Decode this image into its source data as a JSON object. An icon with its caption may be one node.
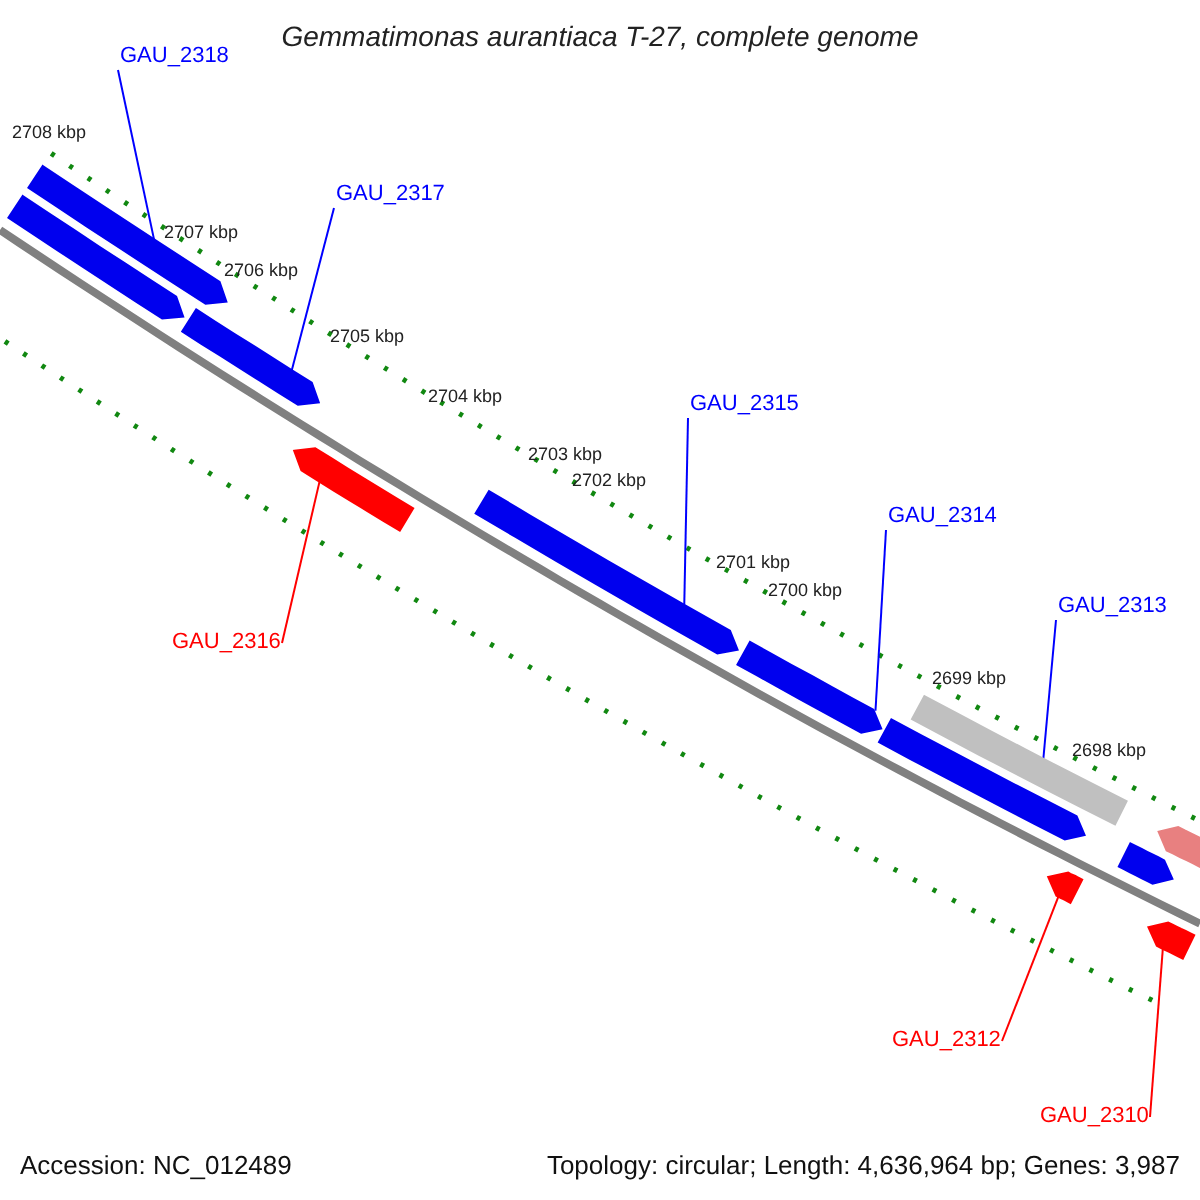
{
  "diagram": {
    "title": "Gemmatimonas aurantiaca T-27, complete genome",
    "nodes": [
      {
        "text": [
          "GAU_2318"
        ]
      },
      {
        "text": [
          "GAU_2317"
        ]
      },
      {
        "text": [
          "GAU_2315"
        ]
      },
      {
        "text": [
          "GAU_2314"
        ]
      },
      {
        "text": [
          "GAU_2313"
        ]
      },
      {
        "text": [
          "GAU_2316"
        ]
      },
      {
        "text": [
          "GAU_2312"
        ]
      },
      {
        "text": [
          "GAU_2310"
        ]
      },
      {
        "text": [],
        "shape": "arrow"
      },
      {
        "text": [],
        "shape": "arrow"
      },
      {
        "text": [],
        "shape": "arrow"
      },
      {
        "text": [],
        "shape": "arrow"
      },
      {
        "text": [],
        "shape": "arrow"
      },
      {
        "text": [],
        "shape": "arrow"
      },
      {
        "text": [],
        "shape": "arrow"
      },
      {
        "text": [],
        "shape": "bar"
      },
      {
        "text": [],
        "shape": "arrow"
      },
      {
        "text": [],
        "shape": "arrow"
      },
      {
        "text": [],
        "shape": "arrow"
      },
      {
        "text": [],
        "shape": "arrow"
      }
    ],
    "edges": [
      {
        "from": 0,
        "to": 8,
        "arrow": "none"
      },
      {
        "from": 1,
        "to": 10,
        "arrow": "none"
      },
      {
        "from": 2,
        "to": 12,
        "arrow": "none"
      },
      {
        "from": 3,
        "to": 13,
        "arrow": "none"
      },
      {
        "from": 4,
        "to": 15,
        "arrow": "none"
      },
      {
        "from": 5,
        "to": 11,
        "arrow": "none",
        "color": "#ff0000"
      },
      {
        "from": 6,
        "to": 16,
        "arrow": "none",
        "color": "#ff0000"
      },
      {
        "from": 7,
        "to": 19,
        "arrow": "none",
        "color": "#ff0000"
      }
    ],
    "labels": [
      "2708 kbp",
      "2707 kbp",
      "2706 kbp",
      "2705 kbp",
      "2704 kbp",
      "2703 kbp",
      "2702 kbp",
      "2701 kbp",
      "2700 kbp",
      "2699 kbp",
      "2698 kbp",
      "Accession: NC_012489",
      "Topology: circular; Length: 4,636,964 bp; Genes: 3,987"
    ]
  }
}
